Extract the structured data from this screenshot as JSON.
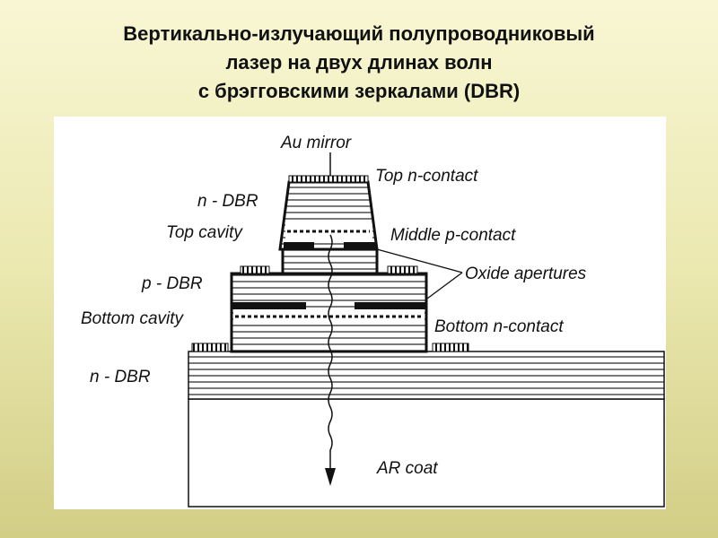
{
  "title": {
    "line1": "Вертикально-излучающий полупроводниковый",
    "line2": "лазер на двух длинах волн",
    "line3": "с брэгговскими зеркалами (DBR)"
  },
  "diagram": {
    "labels": {
      "au_mirror": "Au mirror",
      "top_n_contact": "Top n-contact",
      "n_dbr_top": "n - DBR",
      "top_cavity": "Top cavity",
      "middle_p_contact": "Middle p-contact",
      "oxide_apertures": "Oxide apertures",
      "p_dbr": "p - DBR",
      "bottom_cavity": "Bottom cavity",
      "bottom_n_contact": "Bottom n-contact",
      "n_dbr_bottom": "n - DBR",
      "ar_coat": "AR coat"
    }
  }
}
